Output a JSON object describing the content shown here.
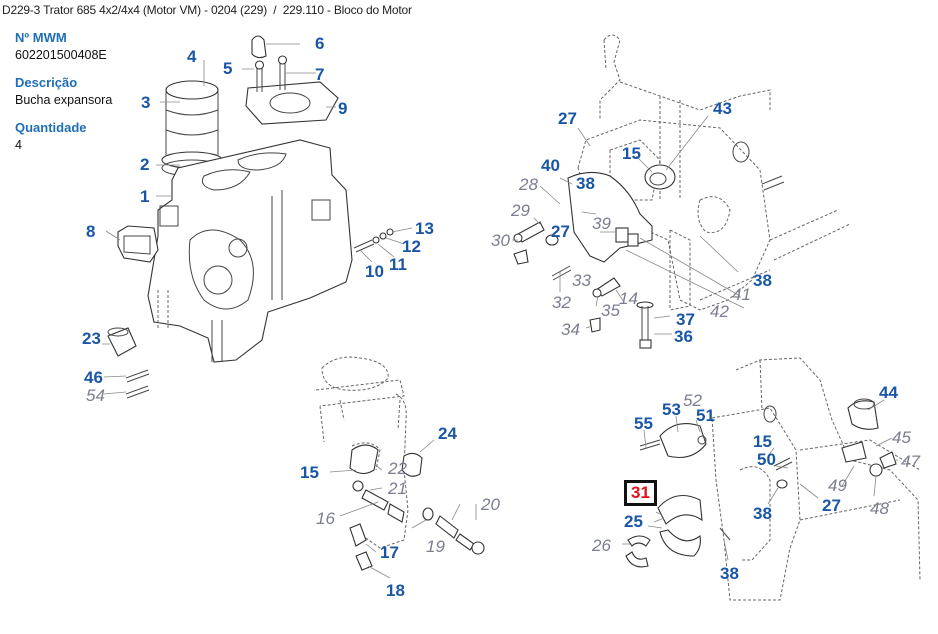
{
  "breadcrumb": {
    "model": "D229-3 Trator 685 4x2/4x4 (Motor VM) - 0204 (229)",
    "separator": "/",
    "section": "229.110 - Bloco do Motor"
  },
  "part_info": {
    "number_label": "Nº MWM",
    "number_value": "602201500408E",
    "description_label": "Descrição",
    "description_value": "Bucha expansora",
    "quantity_label": "Quantidade",
    "quantity_value": "4"
  },
  "colors": {
    "label_blue": "#1e6fb8",
    "callout_blue": "#1a56a6",
    "callout_grey": "#7b7e90",
    "selected_red": "#e5101a"
  },
  "selected_callout": "31",
  "callouts": [
    {
      "id": "c4",
      "text": "4",
      "style": "main"
    },
    {
      "id": "c6",
      "text": "6",
      "style": "main"
    },
    {
      "id": "c5",
      "text": "5",
      "style": "main"
    },
    {
      "id": "c7",
      "text": "7",
      "style": "main"
    },
    {
      "id": "c3",
      "text": "3",
      "style": "main"
    },
    {
      "id": "c9",
      "text": "9",
      "style": "main"
    },
    {
      "id": "c2",
      "text": "2",
      "style": "main"
    },
    {
      "id": "c1",
      "text": "1",
      "style": "main"
    },
    {
      "id": "c8",
      "text": "8",
      "style": "main"
    },
    {
      "id": "c13",
      "text": "13",
      "style": "main"
    },
    {
      "id": "c12",
      "text": "12",
      "style": "main"
    },
    {
      "id": "c10",
      "text": "10",
      "style": "main"
    },
    {
      "id": "c11",
      "text": "11",
      "style": "main"
    },
    {
      "id": "c23",
      "text": "23",
      "style": "main"
    },
    {
      "id": "c46",
      "text": "46",
      "style": "main"
    },
    {
      "id": "c54",
      "text": "54",
      "style": "alt"
    },
    {
      "id": "c27a",
      "text": "27",
      "style": "main"
    },
    {
      "id": "c43",
      "text": "43",
      "style": "main"
    },
    {
      "id": "c15a",
      "text": "15",
      "style": "main"
    },
    {
      "id": "c40",
      "text": "40",
      "style": "main"
    },
    {
      "id": "c28",
      "text": "28",
      "style": "alt"
    },
    {
      "id": "c38a",
      "text": "38",
      "style": "main"
    },
    {
      "id": "c29",
      "text": "29",
      "style": "alt"
    },
    {
      "id": "c39",
      "text": "39",
      "style": "alt"
    },
    {
      "id": "c30",
      "text": "30",
      "style": "alt"
    },
    {
      "id": "c27b",
      "text": "27",
      "style": "main"
    },
    {
      "id": "c38b",
      "text": "38",
      "style": "main"
    },
    {
      "id": "c33",
      "text": "33",
      "style": "alt"
    },
    {
      "id": "c41",
      "text": "41",
      "style": "alt"
    },
    {
      "id": "c32",
      "text": "32",
      "style": "alt"
    },
    {
      "id": "c14",
      "text": "14",
      "style": "alt"
    },
    {
      "id": "c42",
      "text": "42",
      "style": "alt"
    },
    {
      "id": "c35",
      "text": "35",
      "style": "alt"
    },
    {
      "id": "c37",
      "text": "37",
      "style": "main"
    },
    {
      "id": "c34",
      "text": "34",
      "style": "alt"
    },
    {
      "id": "c36",
      "text": "36",
      "style": "main"
    },
    {
      "id": "c24",
      "text": "24",
      "style": "main"
    },
    {
      "id": "c15b",
      "text": "15",
      "style": "main"
    },
    {
      "id": "c22",
      "text": "22",
      "style": "alt"
    },
    {
      "id": "c21",
      "text": "21",
      "style": "alt"
    },
    {
      "id": "c20",
      "text": "20",
      "style": "alt"
    },
    {
      "id": "c16",
      "text": "16",
      "style": "alt"
    },
    {
      "id": "c19",
      "text": "19",
      "style": "alt"
    },
    {
      "id": "c17",
      "text": "17",
      "style": "main"
    },
    {
      "id": "c18",
      "text": "18",
      "style": "main"
    },
    {
      "id": "c44",
      "text": "44",
      "style": "main"
    },
    {
      "id": "c55",
      "text": "55",
      "style": "main"
    },
    {
      "id": "c53",
      "text": "53",
      "style": "main"
    },
    {
      "id": "c52",
      "text": "52",
      "style": "alt"
    },
    {
      "id": "c51",
      "text": "51",
      "style": "main"
    },
    {
      "id": "c45",
      "text": "45",
      "style": "alt"
    },
    {
      "id": "c15c",
      "text": "15",
      "style": "main"
    },
    {
      "id": "c50",
      "text": "50",
      "style": "main"
    },
    {
      "id": "c47",
      "text": "47",
      "style": "alt"
    },
    {
      "id": "c31",
      "text": "31",
      "style": "sel"
    },
    {
      "id": "c49",
      "text": "49",
      "style": "alt"
    },
    {
      "id": "c27c",
      "text": "27",
      "style": "main"
    },
    {
      "id": "c25",
      "text": "25",
      "style": "main"
    },
    {
      "id": "c38c",
      "text": "38",
      "style": "main"
    },
    {
      "id": "c48",
      "text": "48",
      "style": "alt"
    },
    {
      "id": "c26",
      "text": "26",
      "style": "alt"
    },
    {
      "id": "c38d",
      "text": "38",
      "style": "main"
    }
  ]
}
